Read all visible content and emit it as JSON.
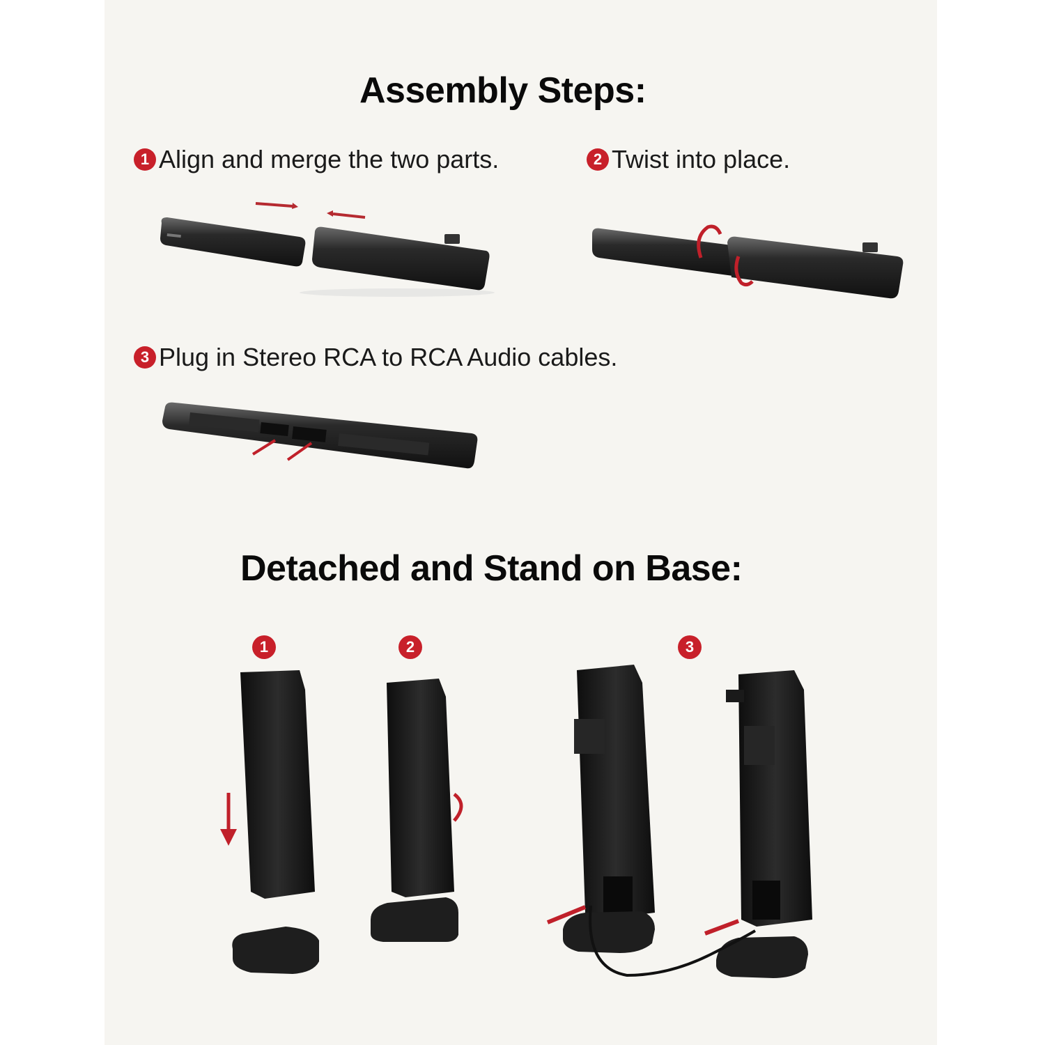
{
  "assembly": {
    "title": "Assembly Steps:",
    "steps": [
      {
        "number": "1",
        "text": "Align and merge the two parts."
      },
      {
        "number": "2",
        "text": "Twist into place."
      },
      {
        "number": "3",
        "text": "Plug in Stereo RCA to RCA Audio cables."
      }
    ]
  },
  "detached": {
    "title": "Detached and Stand on Base:",
    "steps": [
      {
        "number": "1"
      },
      {
        "number": "2"
      },
      {
        "number": "3"
      }
    ]
  },
  "colors": {
    "accent_red": "#c8202a",
    "panel_bg": "#f6f5f1",
    "product_black": "#1c1c1c"
  }
}
